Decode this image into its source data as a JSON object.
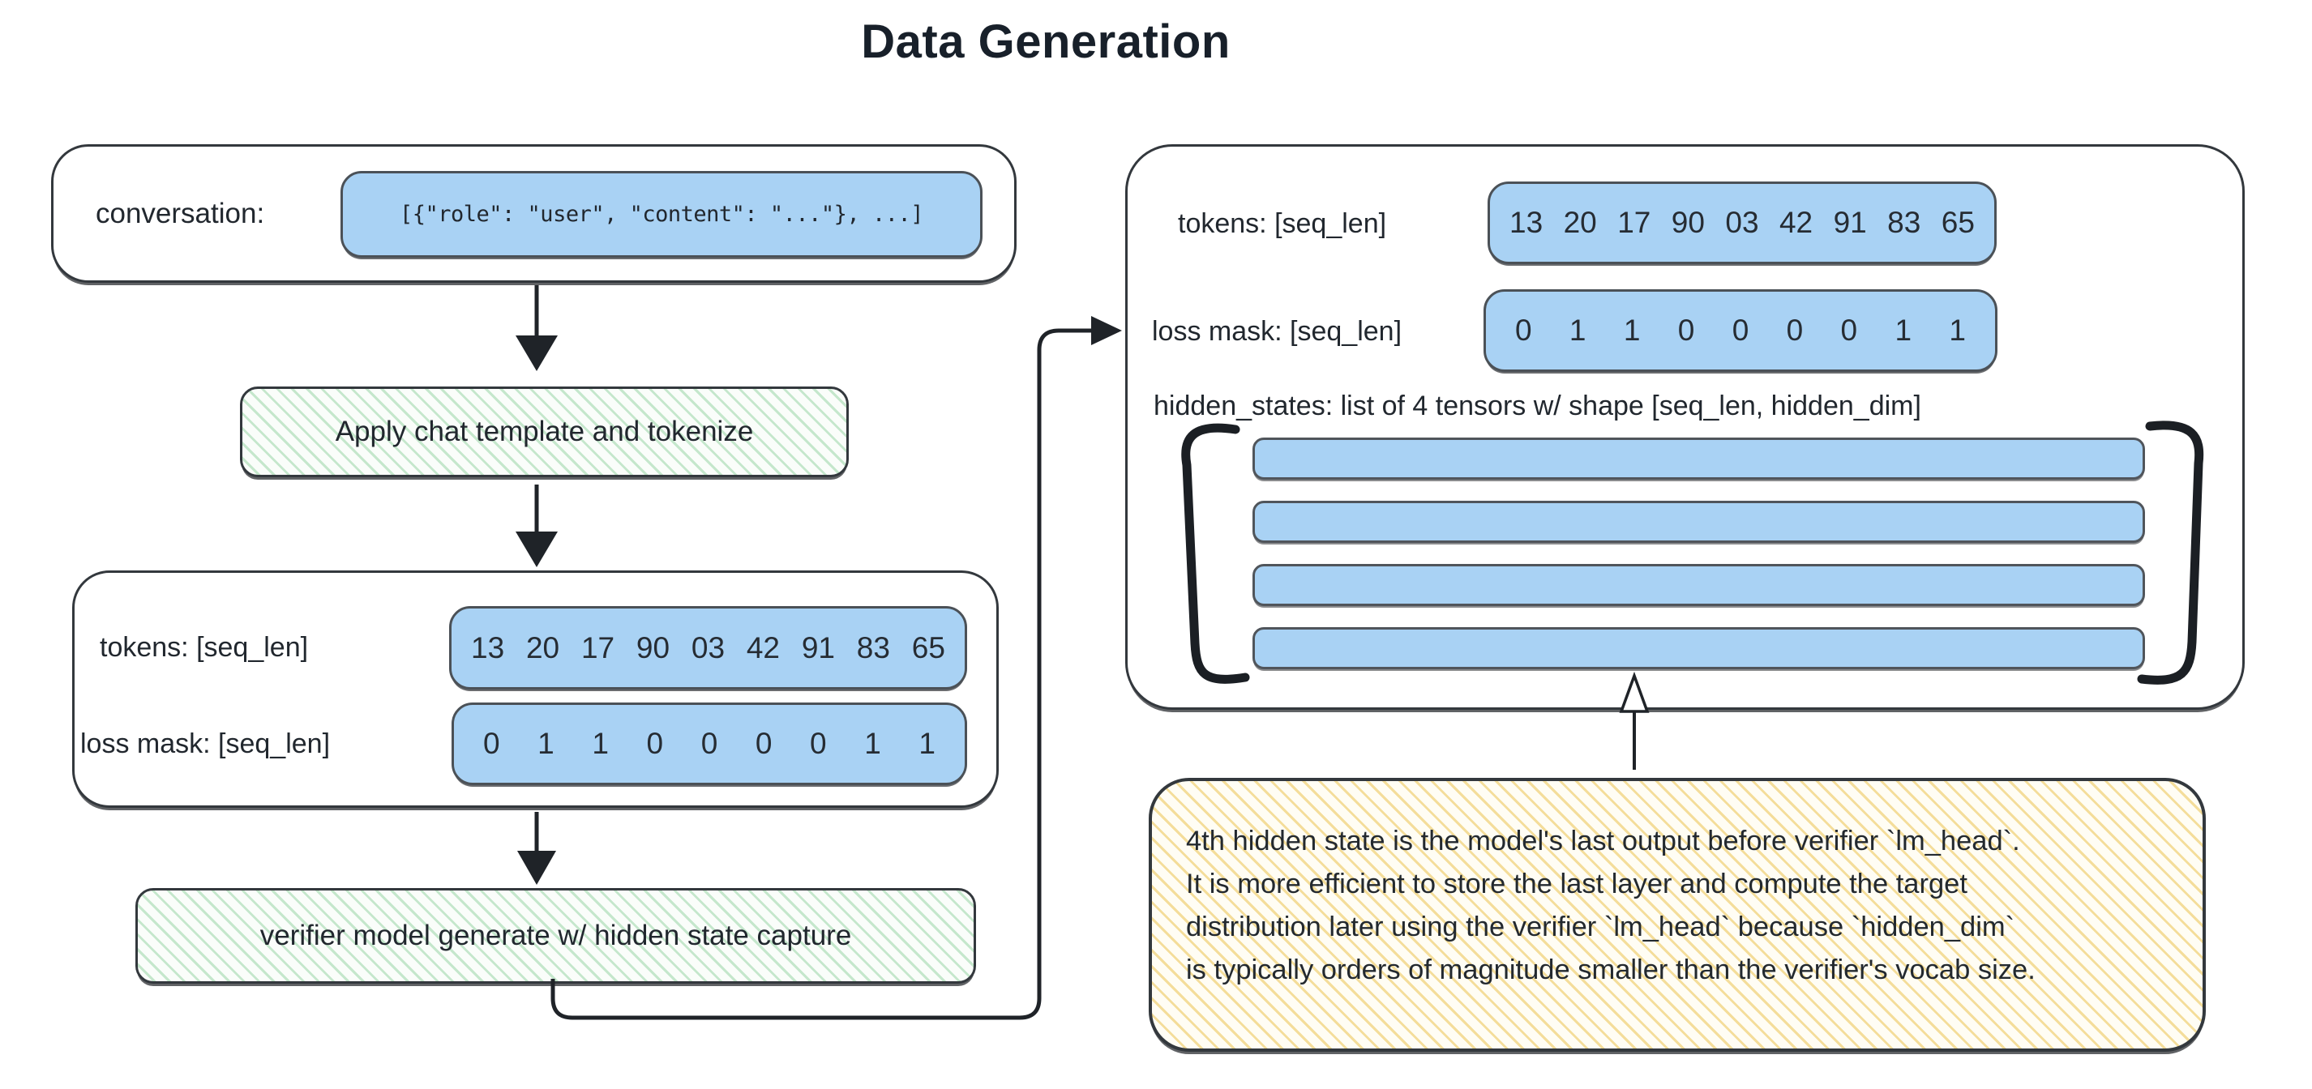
{
  "title": "Data Generation",
  "left_flow": {
    "conversation_box": {
      "label": "conversation:",
      "value": "[{\"role\": \"user\", \"content\": \"...\"}, ...]"
    },
    "step1": "Apply chat template and tokenize",
    "tokens_box": {
      "tokens_label": "tokens: [seq_len]",
      "tokens_values": [
        "13",
        "20",
        "17",
        "90",
        "03",
        "42",
        "91",
        "83",
        "65"
      ],
      "loss_mask_label": "loss mask: [seq_len]",
      "loss_mask_values": [
        "0",
        "1",
        "1",
        "0",
        "0",
        "0",
        "0",
        "1",
        "1"
      ]
    },
    "step2": "verifier model generate w/ hidden state capture"
  },
  "right_panel": {
    "tokens_label": "tokens: [seq_len]",
    "tokens_values": [
      "13",
      "20",
      "17",
      "90",
      "03",
      "42",
      "91",
      "83",
      "65"
    ],
    "loss_mask_label": "loss mask: [seq_len]",
    "loss_mask_values": [
      "0",
      "1",
      "1",
      "0",
      "0",
      "0",
      "0",
      "1",
      "1"
    ],
    "hidden_states_label": "hidden_states: list of 4 tensors w/ shape [seq_len, hidden_dim]",
    "tensor_count": 4
  },
  "note": {
    "lines": [
      "4th hidden state is the model's last output before verifier `lm_head`.",
      "It is more efficient to store the last layer and compute the target",
      "distribution later using the verifier `lm_head` because `hidden_dim`",
      "is typically orders of magnitude smaller than the verifier's vocab size."
    ]
  },
  "colors": {
    "blue_fill": "#a9d2f4",
    "green_stripe": "#6ec382",
    "yellow_stripe": "#ebc350",
    "ink": "#21272e"
  }
}
